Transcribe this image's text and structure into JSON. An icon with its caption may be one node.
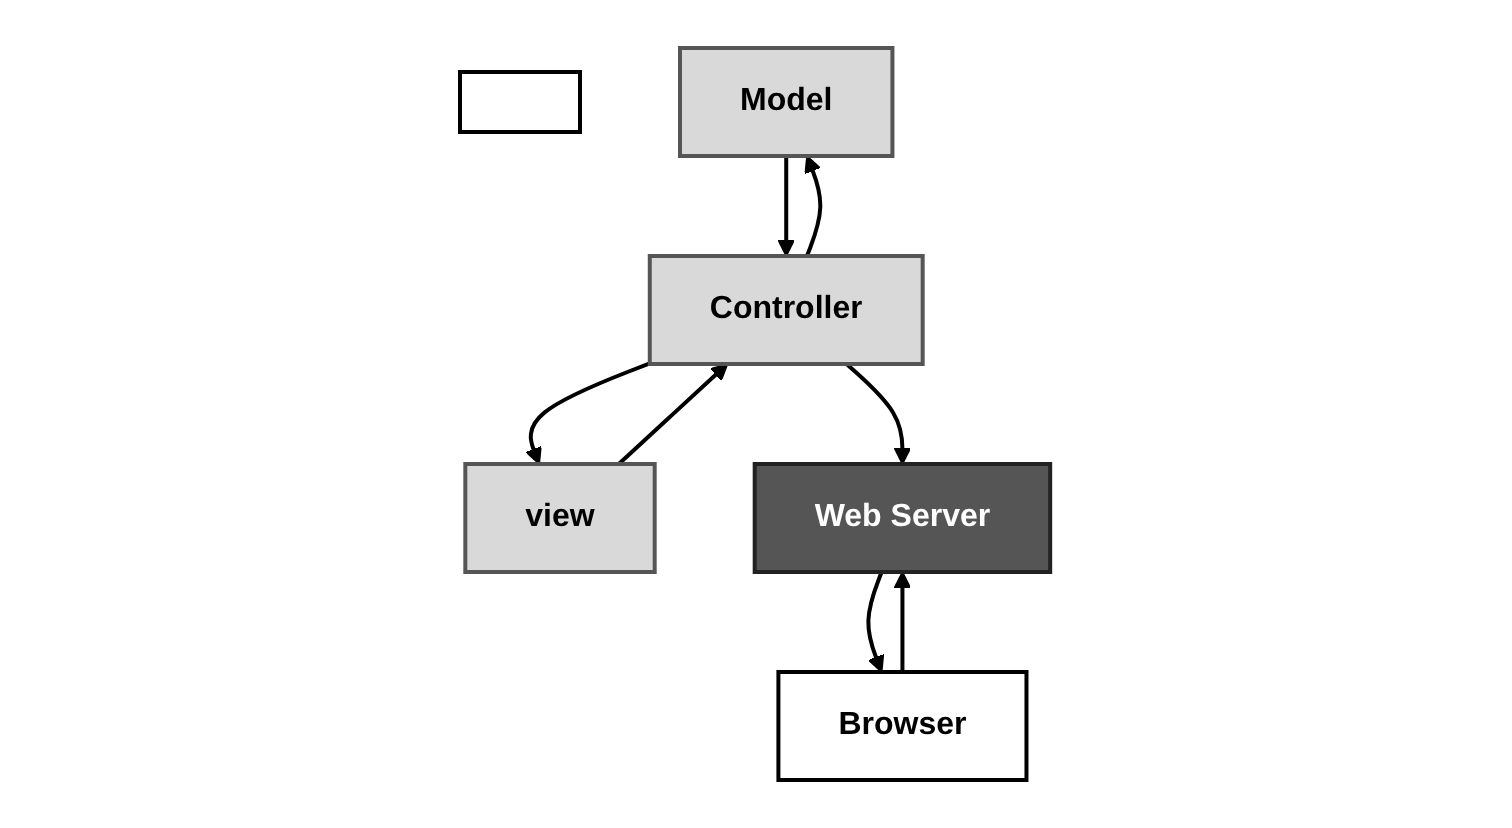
{
  "diagram": {
    "nodes": [
      {
        "text": [],
        "shape": "box"
      },
      {
        "text": [
          "Model"
        ]
      },
      {
        "text": [
          "view"
        ]
      },
      {
        "text": [
          "Controller"
        ]
      },
      {
        "text": [
          "Web Server"
        ]
      },
      {
        "text": [
          "Browser"
        ]
      }
    ],
    "edges": [
      {
        "from": 3,
        "to": 1,
        "arrow": "to"
      },
      {
        "from": 1,
        "to": 3,
        "arrow": "to"
      },
      {
        "from": 3,
        "to": 2,
        "arrow": "to"
      },
      {
        "from": 2,
        "to": 3,
        "arrow": "to"
      },
      {
        "from": 3,
        "to": 4,
        "arrow": "to"
      },
      {
        "from": 4,
        "to": 5,
        "arrow": "to"
      },
      {
        "from": 5,
        "to": 4,
        "arrow": "to"
      }
    ]
  }
}
